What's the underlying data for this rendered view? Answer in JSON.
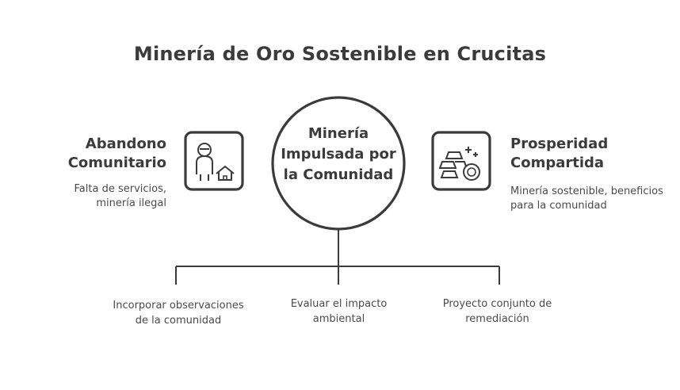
{
  "title": "Minería de Oro Sostenible en Crucitas",
  "center": {
    "label": "Minería Impulsada por la Comunidad"
  },
  "left": {
    "title": "Abandono Comunitario",
    "description": "Falta de servicios, minería ilegal",
    "icon": "person-house-icon"
  },
  "right": {
    "title": "Prosperidad Compartida",
    "description": "Minería sostenible, beneficios para la comunidad",
    "icon": "gold-bars-coin-icon"
  },
  "branches": [
    {
      "label": "Incorporar observaciones de la comunidad"
    },
    {
      "label": "Evaluar el impacto ambiental"
    },
    {
      "label": "Proyecto conjunto de remediación"
    }
  ],
  "colors": {
    "stroke": "#3b3b3b",
    "background": "#ffffff",
    "text": "#3d3d3d"
  }
}
